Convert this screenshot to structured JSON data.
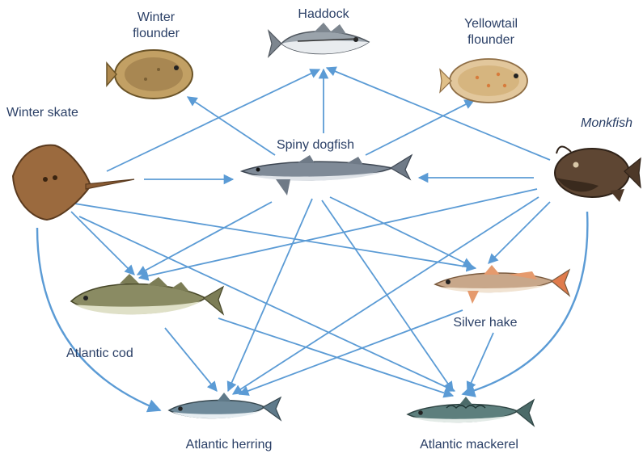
{
  "species": {
    "winter_flounder": {
      "label_line1": "Winter",
      "label_line2": "flounder",
      "icon": "flatfish-icon"
    },
    "haddock": {
      "label": "Haddock",
      "icon": "haddock-fish-icon"
    },
    "yellowtail_flounder": {
      "label_line1": "Yellowtail",
      "label_line2": "flounder",
      "icon": "flatfish-icon"
    },
    "winter_skate": {
      "label": "Winter skate",
      "icon": "skate-icon"
    },
    "spiny_dogfish": {
      "label": "Spiny dogfish",
      "icon": "shark-icon"
    },
    "monkfish": {
      "label": "Monkfish",
      "icon": "anglerfish-icon"
    },
    "atlantic_cod": {
      "label": "Atlantic cod",
      "icon": "cod-fish-icon"
    },
    "silver_hake": {
      "label": "Silver hake",
      "icon": "hake-fish-icon"
    },
    "atlantic_herring": {
      "label": "Atlantic herring",
      "icon": "herring-fish-icon"
    },
    "atlantic_mackerel": {
      "label": "Atlantic mackerel",
      "icon": "mackerel-fish-icon"
    }
  },
  "links": [
    {
      "from": "winter_skate",
      "to": "haddock"
    },
    {
      "from": "winter_skate",
      "to": "spiny_dogfish"
    },
    {
      "from": "winter_skate",
      "to": "atlantic_cod"
    },
    {
      "from": "winter_skate",
      "to": "silver_hake"
    },
    {
      "from": "winter_skate",
      "to": "atlantic_mackerel"
    },
    {
      "from": "winter_skate",
      "to": "atlantic_herring"
    },
    {
      "from": "spiny_dogfish",
      "to": "winter_flounder"
    },
    {
      "from": "spiny_dogfish",
      "to": "haddock"
    },
    {
      "from": "spiny_dogfish",
      "to": "yellowtail_flounder"
    },
    {
      "from": "spiny_dogfish",
      "to": "atlantic_cod"
    },
    {
      "from": "spiny_dogfish",
      "to": "silver_hake"
    },
    {
      "from": "spiny_dogfish",
      "to": "atlantic_herring"
    },
    {
      "from": "spiny_dogfish",
      "to": "atlantic_mackerel"
    },
    {
      "from": "monkfish",
      "to": "haddock"
    },
    {
      "from": "monkfish",
      "to": "spiny_dogfish"
    },
    {
      "from": "monkfish",
      "to": "atlantic_cod"
    },
    {
      "from": "monkfish",
      "to": "silver_hake"
    },
    {
      "from": "monkfish",
      "to": "atlantic_herring"
    },
    {
      "from": "monkfish",
      "to": "atlantic_mackerel"
    },
    {
      "from": "atlantic_cod",
      "to": "atlantic_herring"
    },
    {
      "from": "atlantic_cod",
      "to": "atlantic_mackerel"
    },
    {
      "from": "silver_hake",
      "to": "atlantic_herring"
    },
    {
      "from": "silver_hake",
      "to": "atlantic_mackerel"
    }
  ],
  "colors": {
    "arrow": "#5b9bd5",
    "label": "#2a3f66",
    "skate": "#9b6a3e",
    "flounder": "#c2a064",
    "haddock": "#8d959d",
    "dogfish": "#7f8a97",
    "monkfish": "#5e4633",
    "cod": "#8a8b63",
    "hake": "#c8a78a",
    "herring": "#6f8a9a",
    "mackerel": "#5d7f7d"
  }
}
